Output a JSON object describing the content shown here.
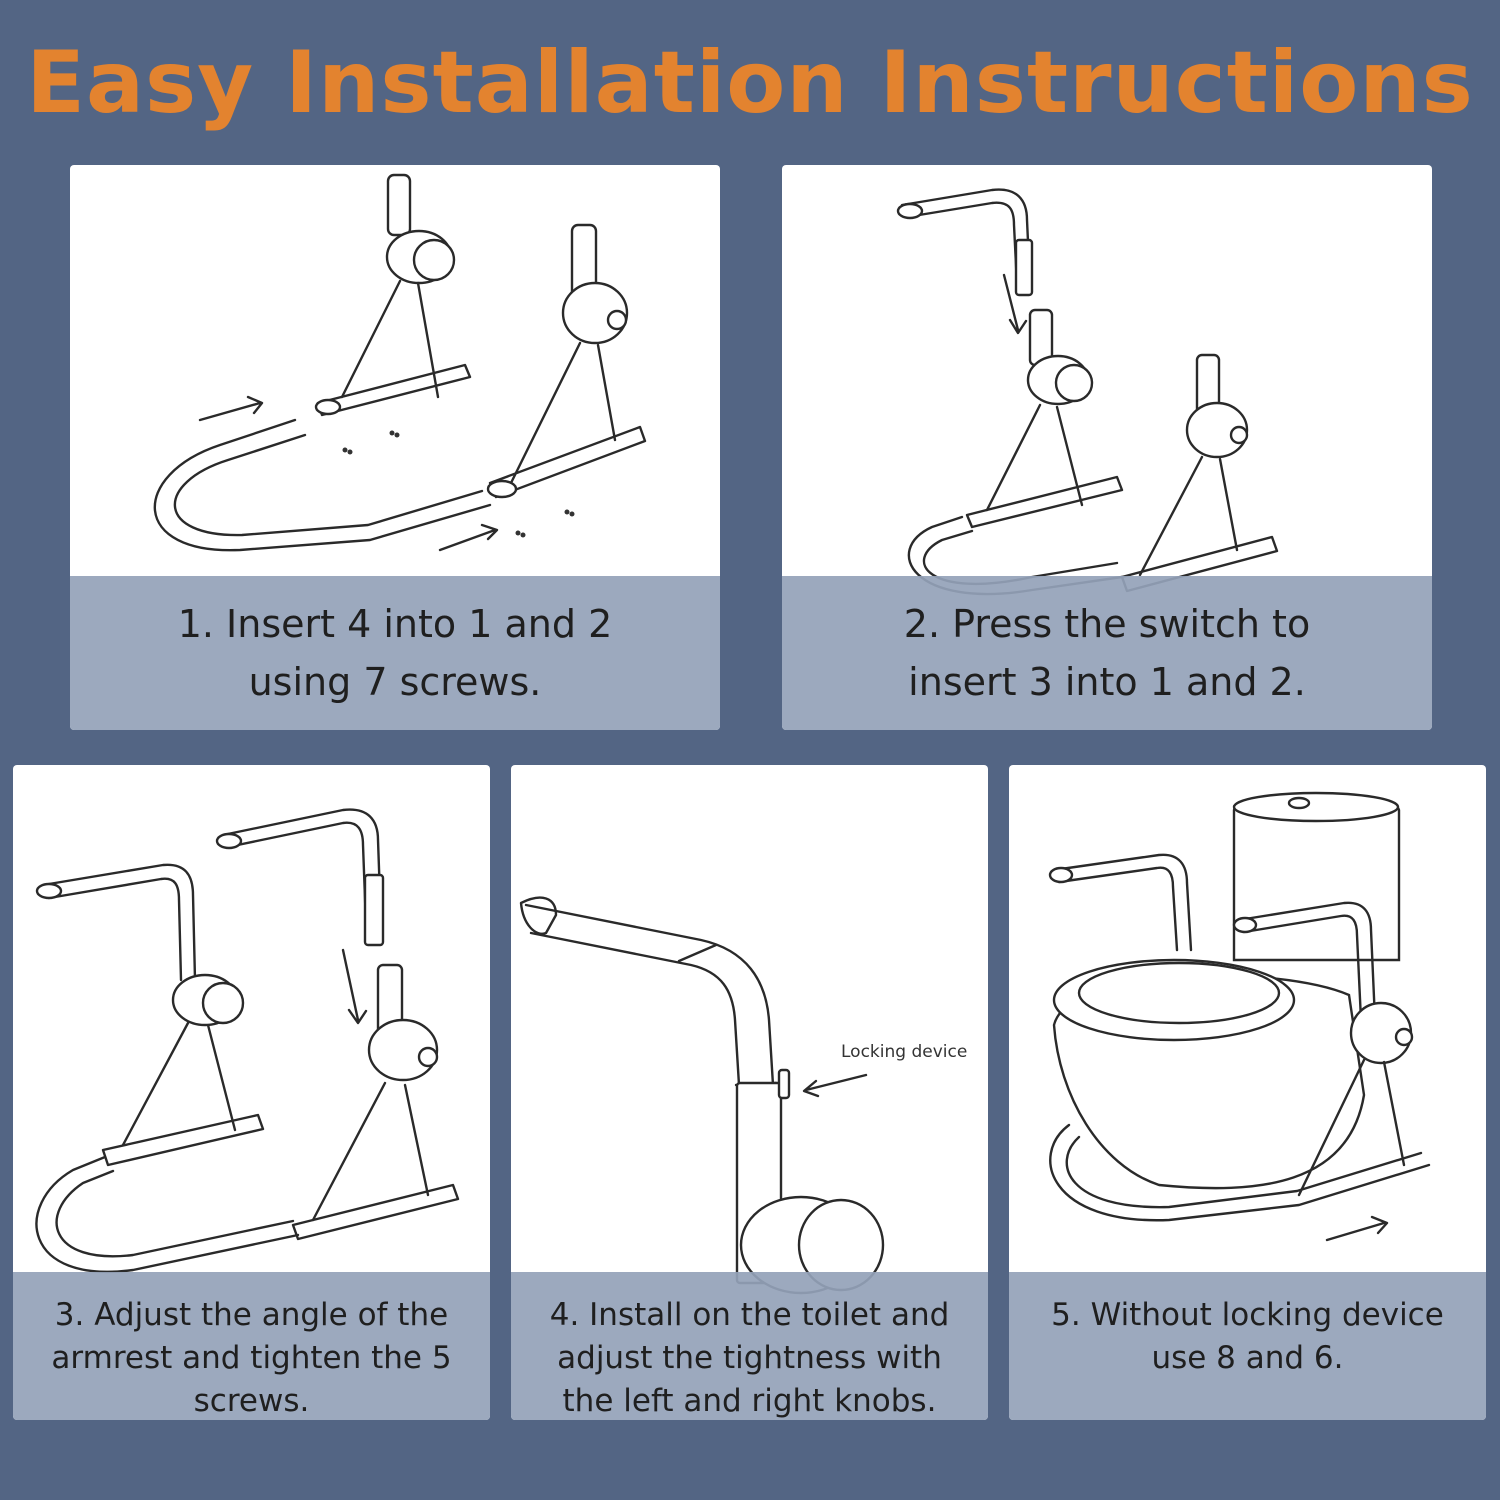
{
  "title": "Easy Installation Instructions",
  "steps": [
    {
      "caption": "1. Insert 4 into 1 and 2\nusing 7 screws."
    },
    {
      "caption": "2. Press the switch to\ninsert 3 into 1 and 2."
    },
    {
      "caption": "3. Adjust the angle of the\narmrest and tighten the 5\nscrews."
    },
    {
      "caption": "4. Install on the toilet and\nadjust the tightness with\nthe left and right knobs."
    },
    {
      "caption": "5. Without locking device\nuse 8 and 6."
    }
  ],
  "callouts": {
    "locking_device": "Locking device"
  },
  "colors": {
    "background": "#536584",
    "title": "#e3832f",
    "caption_band": "#94a2b8",
    "panel": "#ffffff"
  }
}
